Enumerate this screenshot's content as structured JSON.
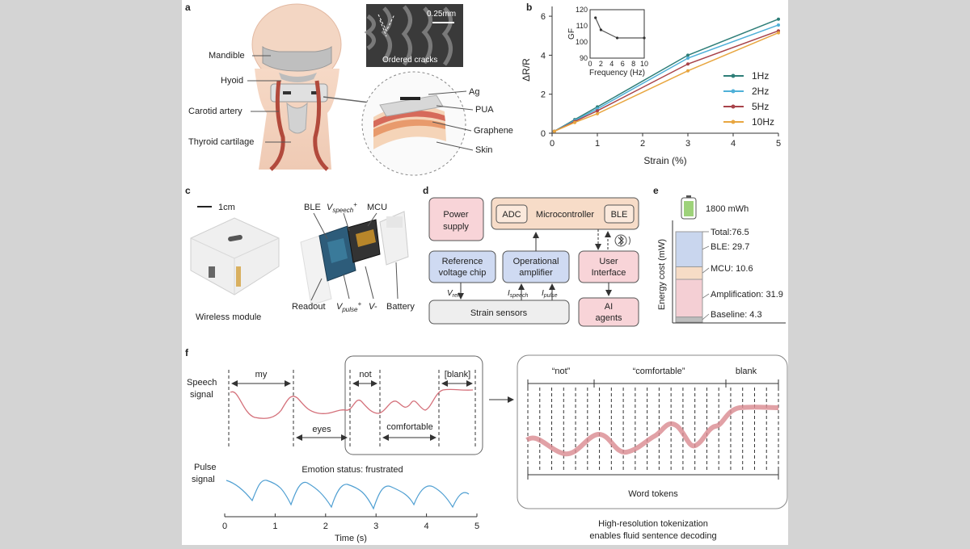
{
  "panels": {
    "a": "a",
    "b": "b",
    "c": "c",
    "d": "d",
    "e": "e",
    "f": "f"
  },
  "panel_a": {
    "labels": [
      "Mandible",
      "Hyoid",
      "Carotid artery",
      "Thyroid cartilage"
    ],
    "scale": "0.25mm",
    "inset_caption": "Ordered cracks",
    "layers": [
      "Ag",
      "PUA",
      "Graphene",
      "Skin"
    ]
  },
  "chart_data": {
    "type": "line",
    "xlabel": "Strain (%)",
    "ylabel": "ΔR/R",
    "xlim": [
      0,
      5
    ],
    "ylim": [
      0,
      6.5
    ],
    "xticks": [
      "0",
      "1",
      "2",
      "3",
      "4",
      "5"
    ],
    "yticks": [
      "0",
      "2",
      "4",
      "6"
    ],
    "legend_position": "right",
    "x": [
      0.05,
      0.5,
      1,
      3,
      5
    ],
    "series": [
      {
        "name": "1Hz",
        "color": "#2e7e78",
        "values": [
          0.1,
          0.7,
          1.35,
          4.0,
          5.85
        ]
      },
      {
        "name": "2Hz",
        "color": "#4fb0d8",
        "values": [
          0.1,
          0.65,
          1.25,
          3.85,
          5.55
        ]
      },
      {
        "name": "5Hz",
        "color": "#a8434a",
        "values": [
          0.1,
          0.6,
          1.15,
          3.55,
          5.25
        ]
      },
      {
        "name": "10Hz",
        "color": "#e8a640",
        "values": [
          0.1,
          0.55,
          1.0,
          3.2,
          5.15
        ]
      }
    ],
    "inset": {
      "xlabel": "Frequency (Hz)",
      "ylabel": "GF",
      "xlim": [
        0,
        10
      ],
      "ylim": [
        90,
        120
      ],
      "xticks": [
        "0",
        "2",
        "4",
        "6",
        "8",
        "10"
      ],
      "yticks": [
        "90",
        "100",
        "110",
        "120"
      ],
      "x": [
        1,
        2,
        5,
        10
      ],
      "values": [
        115,
        107.5,
        102.5,
        102.5
      ]
    }
  },
  "panel_c": {
    "scale": "1cm",
    "caption": "Wireless module",
    "labels": {
      "ble": "BLE",
      "vspeech": "V",
      "vspeech_sub": "speech",
      "vspeech_sup": "+",
      "mcu": "MCU",
      "readout": "Readout",
      "vpulse": "V",
      "vpulse_sub": "pulse",
      "vpulse_sup": "+",
      "vminus": "V-",
      "battery": "Battery"
    }
  },
  "panel_d": {
    "power": [
      "Power",
      "supply"
    ],
    "adc": "ADC",
    "mcu": "Microcontroller",
    "ble": "BLE",
    "ref": [
      "Reference",
      "voltage chip"
    ],
    "opamp": [
      "Operational",
      "amplifier"
    ],
    "ui": [
      "User",
      "Interface"
    ],
    "sensors": "Strain sensors",
    "ai": [
      "AI",
      "agents"
    ],
    "vref": "V",
    "vref_sub": "ref",
    "ispeech": "I",
    "ispeech_sub": "speech",
    "ipulse": "I",
    "ipulse_sub": "pulse"
  },
  "panel_e": {
    "capacity": "1800 mWh",
    "ylabel": "Energy cost (mW)",
    "items": [
      {
        "label": "Total:76.5",
        "value": 76.5
      },
      {
        "label": "BLE: 29.7",
        "value": 29.7,
        "color": "#c9d6ee"
      },
      {
        "label": "MCU: 10.6",
        "value": 10.6,
        "color": "#f6dcc6"
      },
      {
        "label": "Amplification: 31.9",
        "value": 31.9,
        "color": "#f4cfd4"
      },
      {
        "label": "Baseline: 4.3",
        "value": 4.3,
        "color": "#bdbdbd"
      }
    ]
  },
  "panel_f": {
    "speech_label": [
      "Speech",
      "signal"
    ],
    "pulse_label": [
      "Pulse",
      "signal"
    ],
    "words_top": [
      "my",
      "not",
      "[blank]"
    ],
    "words_bottom": [
      "eyes",
      "comfortable"
    ],
    "emotion": "Emotion status: frustrated",
    "xlabel": "Time (s)",
    "xticks": [
      "0",
      "1",
      "2",
      "3",
      "4",
      "5"
    ],
    "right_words": [
      "“not”",
      "“comfortable”",
      "blank"
    ],
    "tokens_label": "Word tokens",
    "caption": [
      "High-resolution tokenization",
      "enables fluid sentence decoding"
    ]
  }
}
